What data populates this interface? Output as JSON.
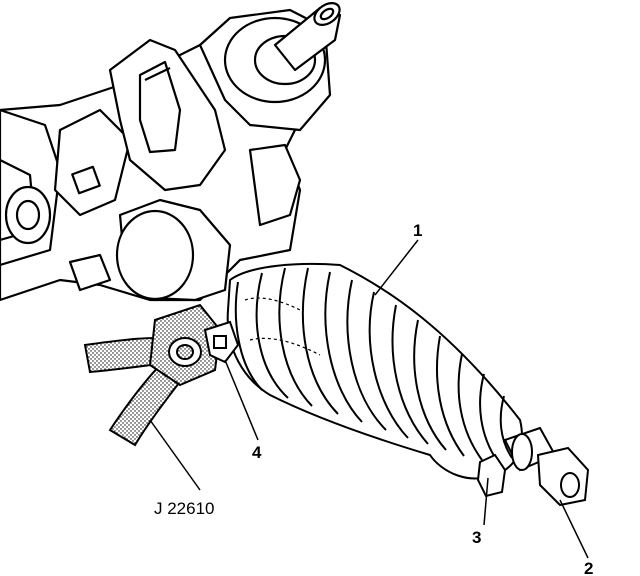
{
  "callouts": {
    "c1": "1",
    "c2": "2",
    "c3": "3",
    "c4": "4"
  },
  "tool_label": "J 22610"
}
